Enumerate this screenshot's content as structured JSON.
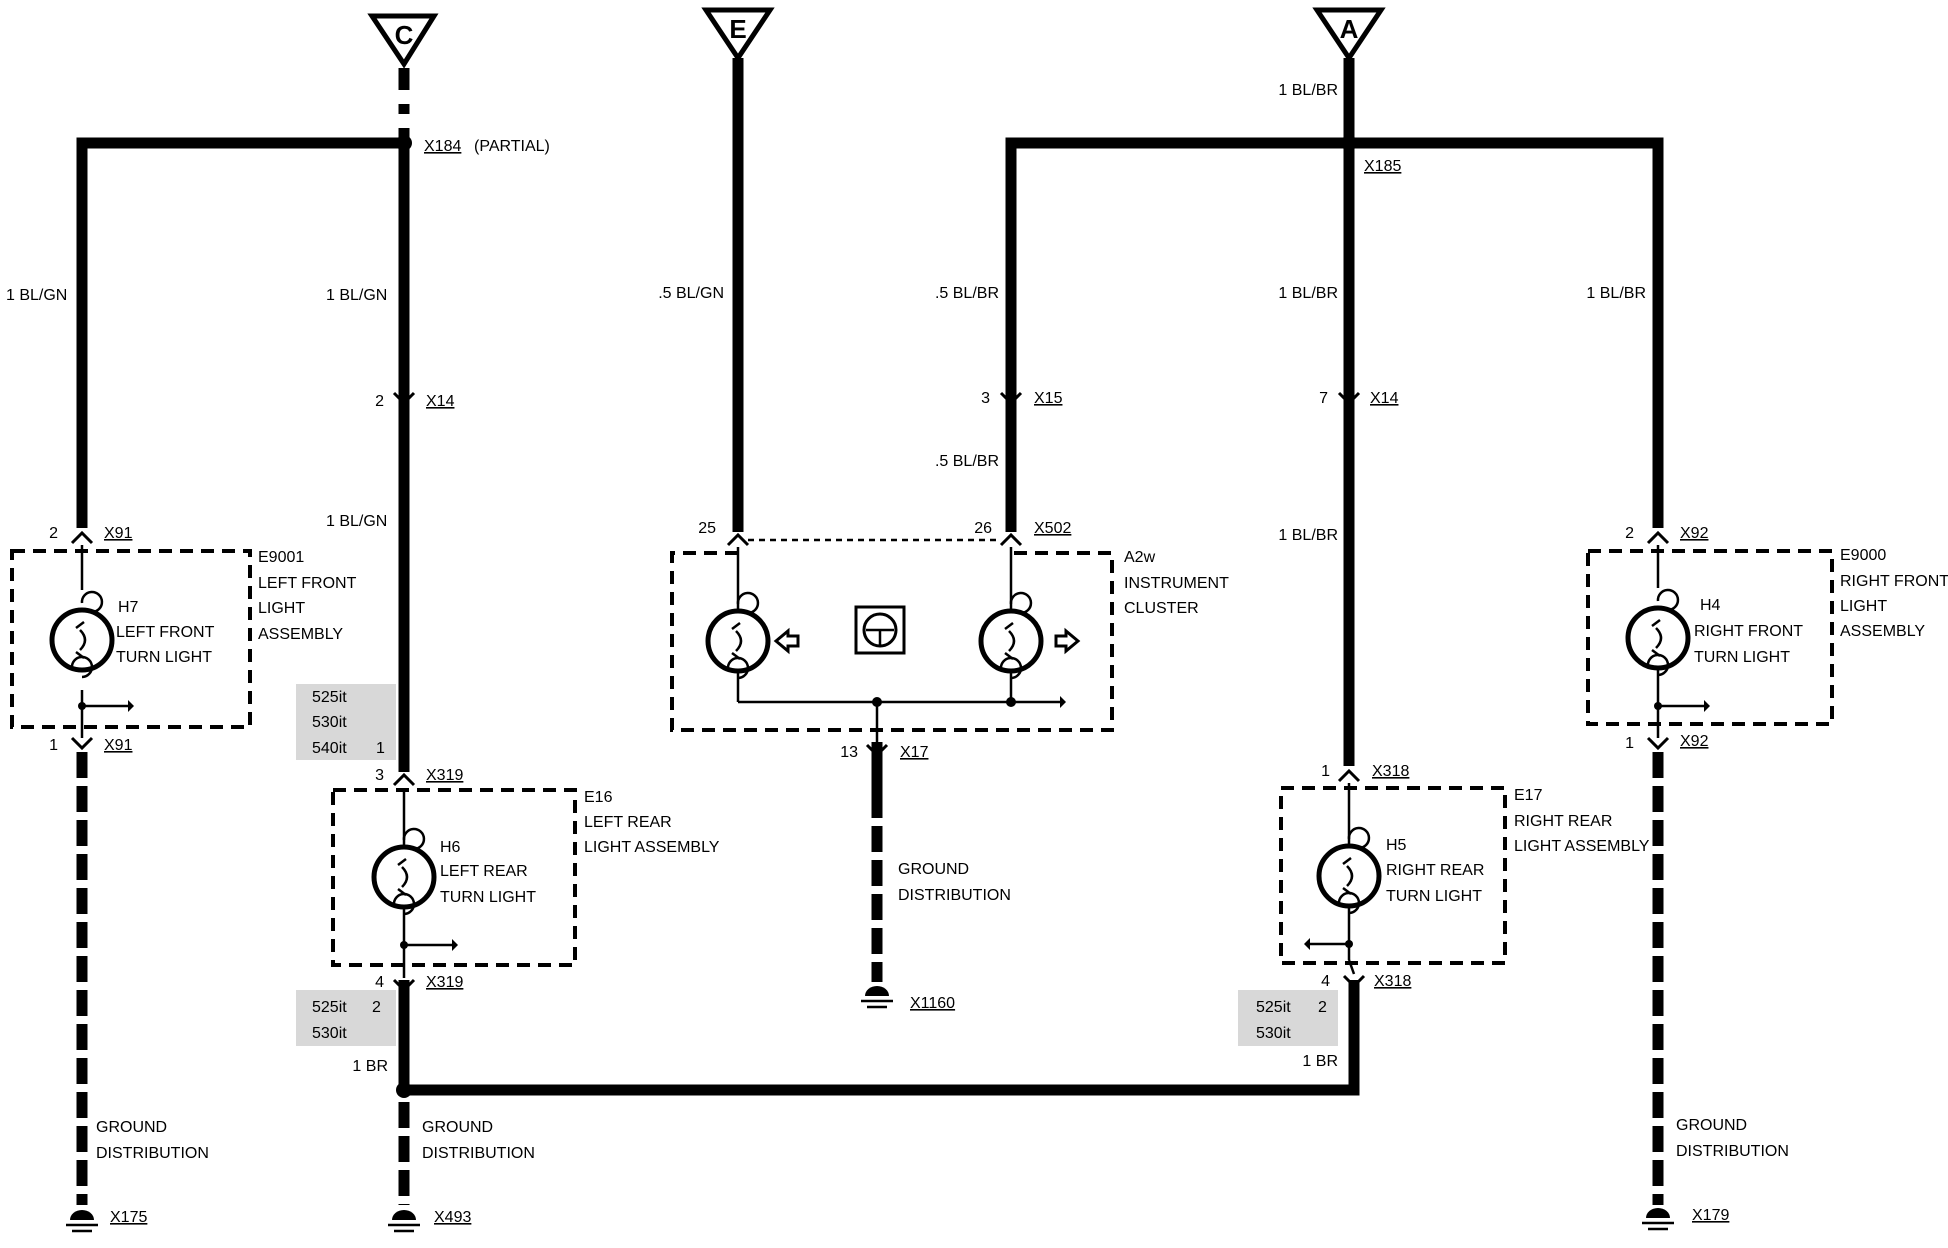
{
  "connectors_top": {
    "c": "C",
    "e": "E",
    "a": "A"
  },
  "splices": {
    "x184": "X184",
    "x184_note": "(PARTIAL)",
    "x185": "X185"
  },
  "wires": {
    "a_top": "1 BL/BR",
    "left_front": "1 BL/GN",
    "c_main": "1 BL/GN",
    "c_lower": "1 BL/GN",
    "e_main": ".5 BL/GN",
    "cluster_feed": ".5 BL/BR",
    "cluster_feed_lower": ".5 BL/BR",
    "a_main": "1 BL/BR",
    "a_lower": "1 BL/BR",
    "right_front": "1 BL/BR",
    "left_gnd": "1 BR",
    "right_gnd": "1 BR"
  },
  "connectors": {
    "x14_left_pin": "2",
    "x14_left": "X14",
    "x15_pin": "3",
    "x15": "X15",
    "x14_right_pin": "7",
    "x14_right": "X14",
    "x91_top_pin": "2",
    "x91_top": "X91",
    "x91_bot_pin": "1",
    "x91_bot": "X91",
    "x92_top_pin": "2",
    "x92_top": "X92",
    "x92_bot_pin": "1",
    "x92_bot": "X92",
    "x502_pin_left": "25",
    "x502_pin_right": "26",
    "x502": "X502",
    "x17_pin": "13",
    "x17": "X17",
    "x319_top_pin": "3",
    "x319_top": "X319",
    "x319_bot_pin": "4",
    "x319_bot": "X319",
    "x318_top_pin": "1",
    "x318_top": "X318",
    "x318_bot_pin": "4",
    "x318_bot": "X318"
  },
  "variants": {
    "upper_left": {
      "row1": "525it",
      "row2": "530it",
      "row3": "540it",
      "row3_pin": "1"
    },
    "lower_left": {
      "row1": "525it",
      "row1_pin": "2",
      "row2": "530it"
    },
    "lower_right": {
      "row1": "525it",
      "row1_pin": "2",
      "row2": "530it"
    }
  },
  "components": {
    "e9001": {
      "id": "E9001",
      "line1": "LEFT FRONT",
      "line2": "LIGHT",
      "line3": "ASSEMBLY"
    },
    "h7": {
      "id": "H7",
      "line1": "LEFT FRONT",
      "line2": "TURN LIGHT"
    },
    "e16": {
      "id": "E16",
      "line1": "LEFT REAR",
      "line2": "LIGHT ASSEMBLY"
    },
    "h6": {
      "id": "H6",
      "line1": "LEFT REAR",
      "line2": "TURN LIGHT"
    },
    "a2w": {
      "id": "A2w",
      "line1": "INSTRUMENT",
      "line2": "CLUSTER"
    },
    "e17": {
      "id": "E17",
      "line1": "RIGHT REAR",
      "line2": "LIGHT ASSEMBLY"
    },
    "h5": {
      "id": "H5",
      "line1": "RIGHT REAR",
      "line2": "TURN LIGHT"
    },
    "e9000": {
      "id": "E9000",
      "line1": "RIGHT FRONT",
      "line2": "LIGHT",
      "line3": "ASSEMBLY"
    },
    "h4": {
      "id": "H4",
      "line1": "RIGHT FRONT",
      "line2": "TURN LIGHT"
    }
  },
  "grounds": {
    "x175": {
      "label1": "GROUND",
      "label2": "DISTRIBUTION",
      "ref": "X175"
    },
    "x493": {
      "label1": "GROUND",
      "label2": "DISTRIBUTION",
      "ref": "X493"
    },
    "x1160": {
      "label1": "GROUND",
      "label2": "DISTRIBUTION",
      "ref": "X1160"
    },
    "x179": {
      "label1": "GROUND",
      "label2": "DISTRIBUTION",
      "ref": "X179"
    }
  }
}
